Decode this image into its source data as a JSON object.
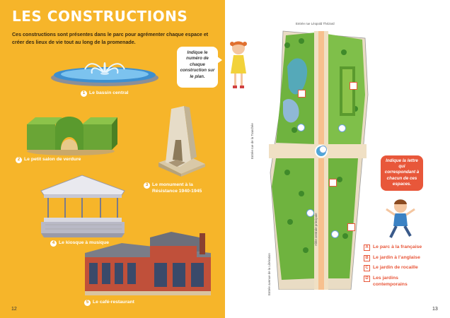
{
  "left_page": {
    "title": "LES CONSTRUCTIONS",
    "intro": "Ces constructions sont présentes dans le parc pour agrémenter chaque espace et créer des lieux de vie tout au long de la promenade.",
    "bubble": "Indique le numéro de chaque construction sur le plan.",
    "constructions": [
      {
        "num": "1",
        "label": "Le bassin central"
      },
      {
        "num": "2",
        "label": "Le petit salon de verdure"
      },
      {
        "num": "3",
        "label": "Le monument à la\nRésistance 1940-1945"
      },
      {
        "num": "4",
        "label": "Le kiosque à musique"
      },
      {
        "num": "5",
        "label": "Le café-restaurant"
      }
    ],
    "page_number": "12"
  },
  "right_page": {
    "streets": {
      "top": "Entrée rue Léopold Thézard",
      "left": "Entrée rue de la Tranchée",
      "center": "Allée centrale principale",
      "bottom": "Entrée avenue de la Libération"
    },
    "bubble": "Indique la lettre qui correspondant à chacun de ces espaces.",
    "legend": [
      {
        "letter": "A",
        "label": "Le parc à la française"
      },
      {
        "letter": "B",
        "label": "Le jardin à l’anglaise"
      },
      {
        "letter": "C",
        "label": "Le jardin de rocaille"
      },
      {
        "letter": "D",
        "label": "Les jardins\ncontemporains"
      }
    ],
    "page_number": "13"
  },
  "colors": {
    "left_background": "#f6b52a",
    "accent_red": "#e8573a",
    "water_blue": "#4fa6d8",
    "lawn_green": "#6fb33f"
  }
}
